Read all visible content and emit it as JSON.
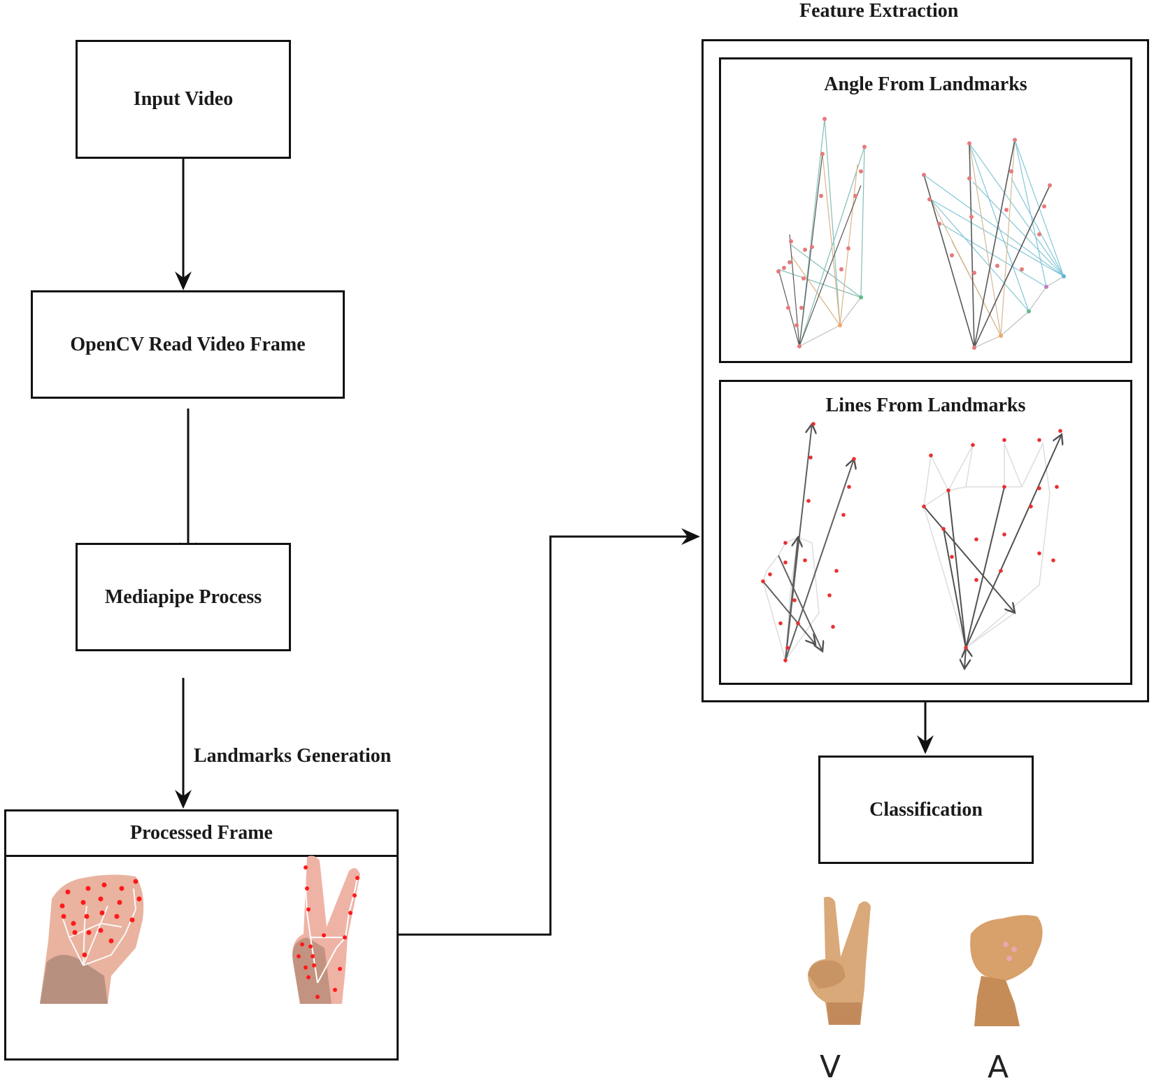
{
  "diagram": {
    "nodes": {
      "input_video": "Input Video",
      "opencv_read": "OpenCV Read Video Frame",
      "mediapipe": "Mediapipe Process",
      "processed_frame": "Processed Frame",
      "feature_extraction": "Feature Extraction",
      "angle_from_landmarks": "Angle From Landmarks",
      "lines_from_landmarks": "Lines From Landmarks",
      "classification": "Classification"
    },
    "edge_labels": {
      "landmarks_generation": "Landmarks Generation"
    },
    "processed_frame_images": [
      "hand-sign-A-with-landmarks",
      "hand-sign-V-with-landmarks"
    ],
    "classification_outputs": [
      {
        "image": "hand-sign-V",
        "letter": "V"
      },
      {
        "image": "hand-sign-A",
        "letter": "A"
      }
    ],
    "colors": {
      "stroke": "#111111",
      "landmark": "#e8312a",
      "skin": "#e8b49a",
      "skin_dark": "#b98a72",
      "vec": "#555555"
    }
  }
}
